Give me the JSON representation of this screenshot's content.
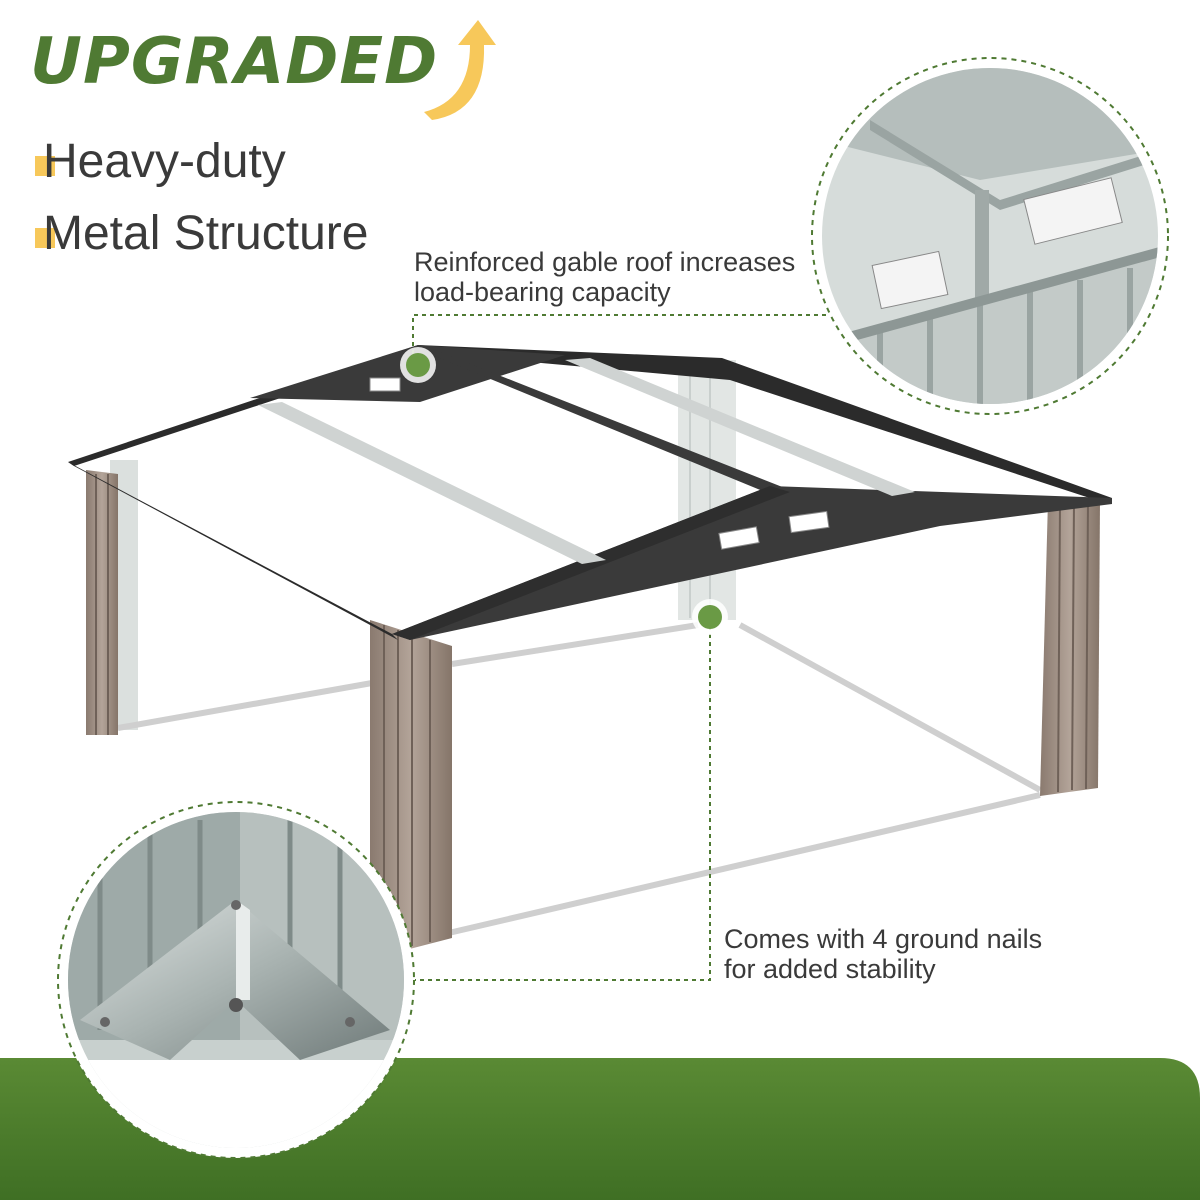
{
  "headline": "UPGRADED",
  "features": [
    {
      "label": "Heavy-duty"
    },
    {
      "label": "Metal Structure"
    }
  ],
  "callouts": [
    {
      "line1": "Reinforced gable roof increases",
      "line2": "load-bearing capacity"
    },
    {
      "line1": "Comes with 4 ground nails",
      "line2": "for added stability"
    }
  ],
  "colors": {
    "brand_green": "#4f7a33",
    "accent_yellow": "#f7c85a",
    "roof_dark": "#3a3a3a",
    "wall_taupe": "#9a8a7e",
    "grass": "#4d7c2c"
  }
}
